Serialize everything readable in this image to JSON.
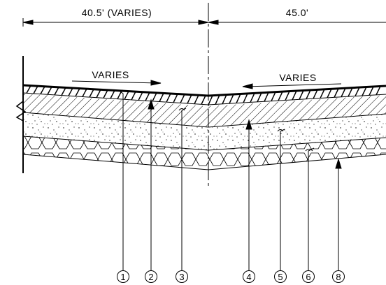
{
  "dimensions": {
    "left_width": "40.5' (VARIES)",
    "right_width": "45.0'"
  },
  "slope_labels": {
    "left": "VARIES",
    "right": "VARIES"
  },
  "callouts": [
    "1",
    "2",
    "3",
    "4",
    "5",
    "6",
    "8"
  ],
  "colors": {
    "line": "#000000",
    "background": "#ffffff"
  }
}
